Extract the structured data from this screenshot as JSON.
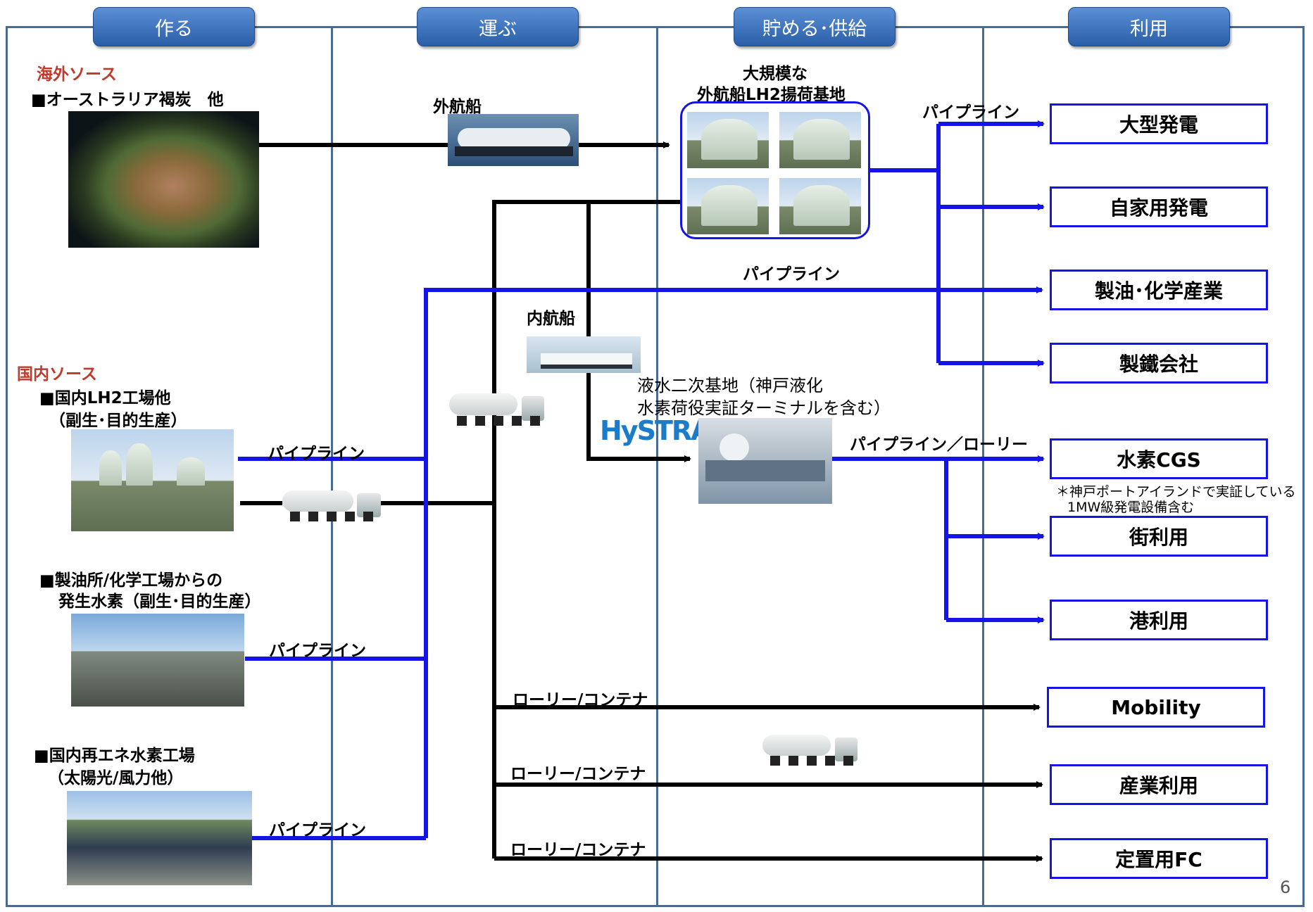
{
  "headers": {
    "make": "作る",
    "transport": "運ぶ",
    "store": "貯める･供給",
    "use": "利用"
  },
  "sources": {
    "overseas_title": "海外ソース",
    "overseas_item": "■オーストラリア褐炭　他",
    "domestic_title": "国内ソース",
    "domestic_lh2_line1": "■国内LH2工場他",
    "domestic_lh2_line2": "（副生･目的生産）",
    "refinery_line1": "■製油所/化学工場からの",
    "refinery_line2": "発生水素（副生･目的生産）",
    "renewable_line1": "■国内再エネ水素工場",
    "renewable_line2": "（太陽光/風力他）"
  },
  "labels": {
    "ocean_ship": "外航船",
    "coastal_ship": "内航船",
    "hub_line1": "大規模な",
    "hub_line2": "外航船LH2揚荷基地",
    "pipeline": "パイプライン",
    "secondary_line1": "液水二次基地（神戸液化",
    "secondary_line2": "水素荷役実証ターミナルを含む）",
    "hystra": "HySTRA",
    "pipeline_lorry": "パイプライン／ローリー",
    "lorry_container": "ローリー/コンテナ",
    "footnote_line1": "＊神戸ポートアイランドで実証している",
    "footnote_line2": "1MW級発電設備含む"
  },
  "destinations": [
    "大型発電",
    "自家用発電",
    "製油･化学産業",
    "製鐵会社",
    "水素CGS",
    "街利用",
    "港利用",
    "Mobility",
    "産業利用",
    "定置用FC"
  ],
  "colors": {
    "header": "#2a5fa8",
    "blue_line": "#1414e6",
    "black_line": "#000000",
    "frame": "#4a6a8e",
    "source_red": "#c0392b"
  },
  "page_number": "6"
}
